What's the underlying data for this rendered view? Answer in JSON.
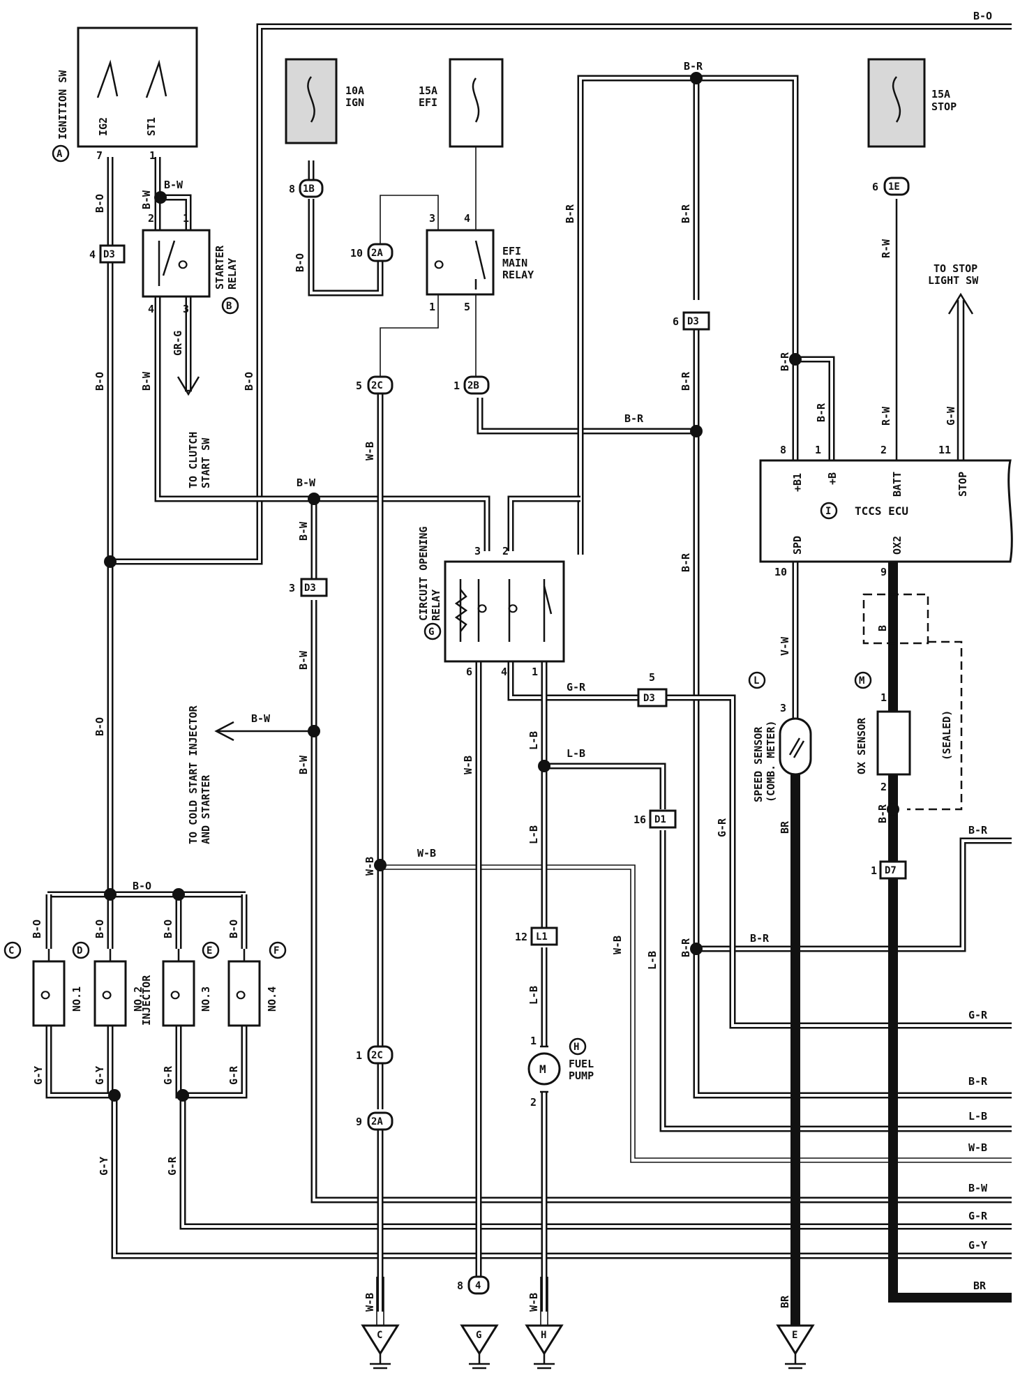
{
  "components": {
    "ignition_sw": {
      "letter": "A",
      "name": "IGNITION SW",
      "pin_ig2": "IG2",
      "pin_st1": "ST1",
      "pin_ig2_no": "7",
      "pin_st1_no": "1"
    },
    "starter_relay": {
      "letter": "B",
      "name_line1": "STARTER",
      "name_line2": "RELAY",
      "pins": [
        "2",
        "1",
        "4",
        "3"
      ]
    },
    "fuse_ign": {
      "line1": "10A",
      "line2": "IGN"
    },
    "fuse_efi": {
      "line1": "15A",
      "line2": "EFI"
    },
    "fuse_stop": {
      "line1": "15A",
      "line2": "STOP"
    },
    "efi_main_relay": {
      "line1": "EFI",
      "line2": "MAIN",
      "line3": "RELAY",
      "pins": [
        "3",
        "4",
        "1",
        "5"
      ]
    },
    "circuit_opening_relay": {
      "letter": "G",
      "line1": "CIRCUIT OPENING",
      "line2": "RELAY",
      "pins": [
        "3",
        "2",
        "6",
        "4",
        "1"
      ]
    },
    "tccs_ecu": {
      "letter": "I",
      "name": "TCCS ECU",
      "terminals": [
        "+B1",
        "+B",
        "BATT",
        "STOP",
        "SPD",
        "OX2"
      ],
      "pins": [
        "8",
        "1",
        "2",
        "11",
        "10",
        "9"
      ]
    },
    "speed_sensor": {
      "letter": "L",
      "line1": "SPEED SENSOR",
      "line2": "(COMB. METER)",
      "pin": "3"
    },
    "ox_sensor": {
      "letter": "M",
      "name": "OX SENSOR",
      "sealed": "(SEALED)",
      "pins": [
        "1",
        "2"
      ]
    },
    "fuel_pump": {
      "letter": "H",
      "line1": "FUEL",
      "line2": "PUMP",
      "motor": "M",
      "pins": [
        "1",
        "2"
      ]
    },
    "injectors": {
      "title": "INJECTOR",
      "items": [
        {
          "letter": "C",
          "name": "NO.1"
        },
        {
          "letter": "D",
          "name": "NO.2"
        },
        {
          "letter": "E",
          "name": "NO.3"
        },
        {
          "letter": "F",
          "name": "NO.4"
        }
      ]
    }
  },
  "connectors": {
    "d3_a": {
      "id": "D3",
      "pin": "4"
    },
    "d3_b": {
      "id": "D3",
      "pin": "6"
    },
    "d3_c": {
      "id": "D3",
      "pin": "3"
    },
    "d3_d": {
      "id": "D3",
      "pin": "5"
    },
    "d1": {
      "id": "D1",
      "pin": "16"
    },
    "d7": {
      "id": "D7",
      "pin": "1"
    },
    "l1": {
      "id": "L1",
      "pin": "12"
    },
    "c1b": {
      "id": "1B",
      "pin": "8"
    },
    "c1e": {
      "id": "1E",
      "pin": "6"
    },
    "c2a_top": {
      "id": "2A",
      "pin": "10"
    },
    "c2c_top": {
      "id": "2C",
      "pin": "5"
    },
    "c2b": {
      "id": "2B",
      "pin": "1"
    },
    "c2c_bot": {
      "id": "2C",
      "pin": "1"
    },
    "c2a_bot": {
      "id": "2A",
      "pin": "9"
    },
    "c4": {
      "id": "4",
      "pin": "8"
    }
  },
  "wire_colors": {
    "b_o": "B-O",
    "b_w": "B-W",
    "b_r": "B-R",
    "r_w": "R-W",
    "g_w": "G-W",
    "gr_g": "GR-G",
    "w_b": "W-B",
    "g_r": "G-R",
    "l_b": "L-B",
    "v_w": "V-W",
    "br": "BR",
    "b": "B",
    "g_y": "G-Y"
  },
  "notes": {
    "to_clutch_line1": "TO CLUTCH",
    "to_clutch_line2": "START SW",
    "to_stop_line1": "TO STOP",
    "to_stop_line2": "LIGHT SW",
    "to_cold_line1": "TO COLD START INJECTOR",
    "to_cold_line2": "AND STARTER"
  },
  "grounds": [
    "C",
    "G",
    "H",
    "E"
  ],
  "right_edge_labels": [
    "B-O",
    "B-R",
    "G-R",
    "B-R",
    "L-B",
    "W-B",
    "B-W",
    "G-R",
    "G-Y",
    "BR"
  ]
}
